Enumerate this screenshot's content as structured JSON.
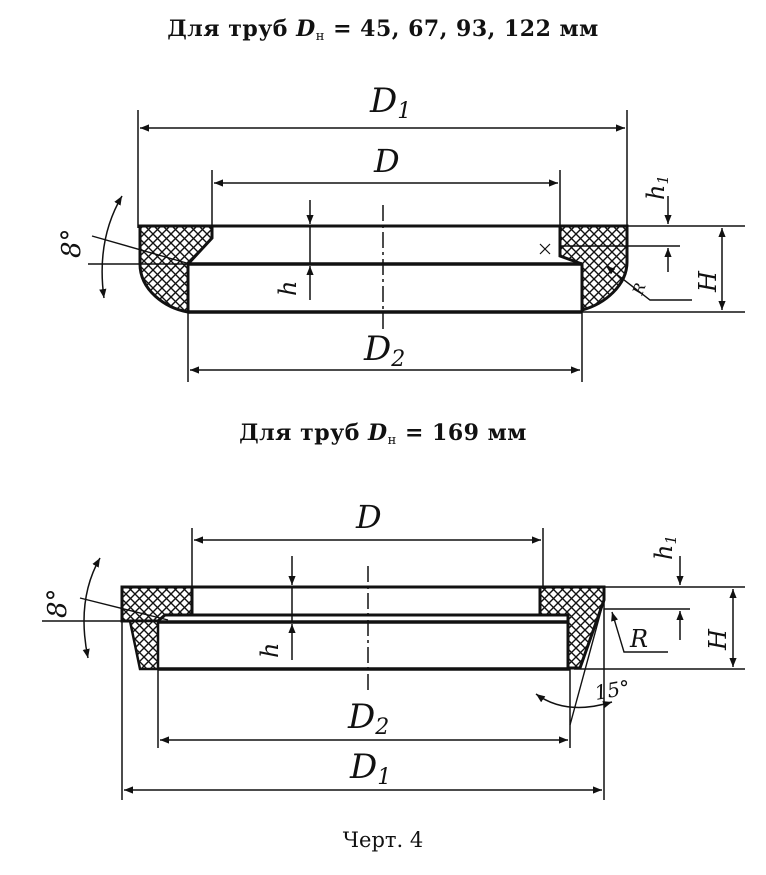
{
  "titles": {
    "top": {
      "prefix": "Для труб",
      "var": "D",
      "sub": "н",
      "suffix": "= 45, 67, 93, 122 мм"
    },
    "bottom": {
      "prefix": "Для труб",
      "var": "D",
      "sub": "н",
      "suffix": "= 169 мм"
    }
  },
  "labels": {
    "D1": "D",
    "D1_sub": "1",
    "D": "D",
    "D2": "D",
    "D2_sub": "2",
    "h": "h",
    "h1": "h",
    "h1_sub": "1",
    "H": "H",
    "R": "R",
    "angle8": "8°",
    "angle15": "15°"
  },
  "caption": "Черт. 4"
}
